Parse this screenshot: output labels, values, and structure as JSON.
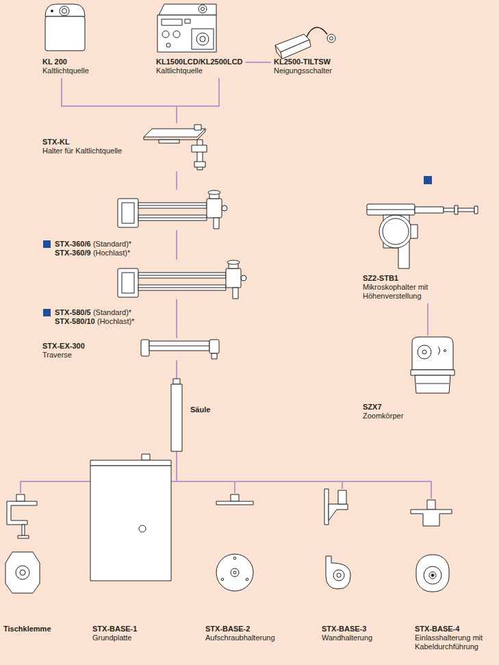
{
  "diagram": {
    "nodes": [
      {
        "text": [
          "KL 200",
          "Kaltlichtquelle"
        ]
      },
      {
        "text": [
          "KL1500LCD/KL2500LCD",
          "Kaltlichtquelle"
        ]
      },
      {
        "text": [
          "KL2500-TILTSW",
          "Neigungsschalter"
        ]
      },
      {
        "text": [
          "STX-KL",
          "Halter für Kaltlichtquelle"
        ]
      },
      {
        "text": [
          "SZ2-STB1",
          "Mikroskophalter mit Höhenverstellung"
        ]
      },
      {
        "text": [
          "STX-360/6",
          "(Standard)*",
          "STX-360/9",
          "(Hochlast)*"
        ]
      },
      {
        "text": [
          "SZX7",
          "Zoomkörper"
        ]
      },
      {
        "text": [
          "STX-580/5",
          "(Standard)*",
          "STX-580/10",
          "(Hochlast)*"
        ]
      },
      {
        "text": [
          "STX-EX-300",
          "Traverse"
        ]
      },
      {
        "text": [
          "Säule"
        ]
      },
      {
        "text": [
          "Tischklemme"
        ]
      },
      {
        "text": [
          "STX-BASE-1",
          "Grundplatte"
        ]
      },
      {
        "text": [
          "STX-BASE-2",
          "Aufschraubhalterung"
        ]
      },
      {
        "text": [
          "STX-BASE-3",
          "Wandhalterung"
        ]
      },
      {
        "text": [
          "STX-BASE-4",
          "Einlasshalterung mit Kabeldurchführung"
        ]
      }
    ],
    "edges": [
      {
        "from": 0,
        "to": 3,
        "arrow": "none"
      },
      {
        "from": 1,
        "to": 3,
        "arrow": "none"
      },
      {
        "from": 1,
        "to": 2,
        "arrow": "none"
      },
      {
        "from": 3,
        "to": 5,
        "arrow": "none"
      },
      {
        "from": 5,
        "to": 7,
        "arrow": "none"
      },
      {
        "from": 7,
        "to": 8,
        "arrow": "none"
      },
      {
        "from": 8,
        "to": 9,
        "arrow": "none"
      },
      {
        "from": 4,
        "to": 6,
        "arrow": "none"
      },
      {
        "from": 9,
        "to": 10,
        "arrow": "none"
      },
      {
        "from": 9,
        "to": 11,
        "arrow": "none"
      },
      {
        "from": 9,
        "to": 12,
        "arrow": "none"
      },
      {
        "from": 9,
        "to": 13,
        "arrow": "none"
      },
      {
        "from": 9,
        "to": 14,
        "arrow": "none"
      }
    ]
  }
}
